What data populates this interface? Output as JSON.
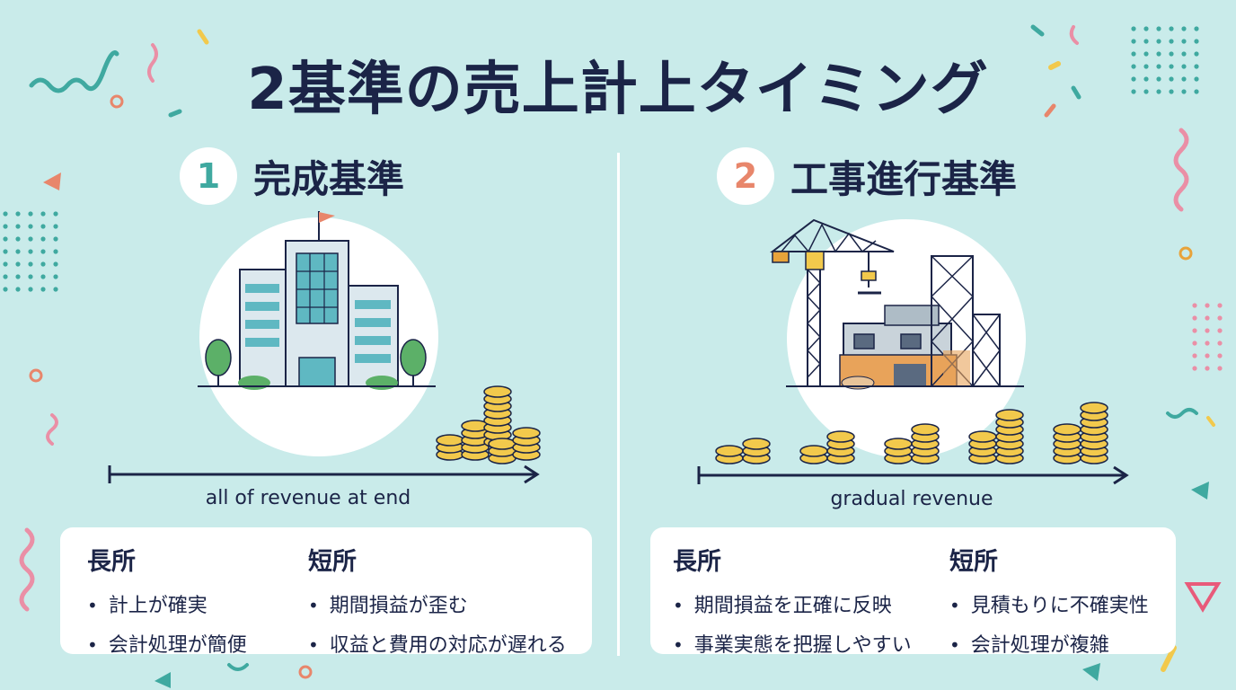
{
  "title": "2基準の売上計上タイミング",
  "left": {
    "number": "1",
    "heading": "完成基準",
    "axis_label": "all of revenue at end",
    "pros_title": "長所",
    "pros": [
      "計上が確実",
      "会計処理が簡便"
    ],
    "cons_title": "短所",
    "cons": [
      "期間損益が歪む",
      "収益と費用の対応が遅れる"
    ]
  },
  "right": {
    "number": "2",
    "heading": "工事進行基準",
    "axis_label": "gradual revenue",
    "pros_title": "長所",
    "pros": [
      "期間損益を正確に反映",
      "事業実態を把握しやすい"
    ],
    "cons_title": "短所",
    "cons": [
      "見積もりに不確実性",
      "会計処理が複雑"
    ]
  },
  "colors": {
    "background": "#c9ebea",
    "navy": "#1b2447",
    "teal": "#3fa9a0",
    "coral": "#e8866b",
    "pink": "#ea8fa6",
    "gold": "#f2c94c"
  }
}
